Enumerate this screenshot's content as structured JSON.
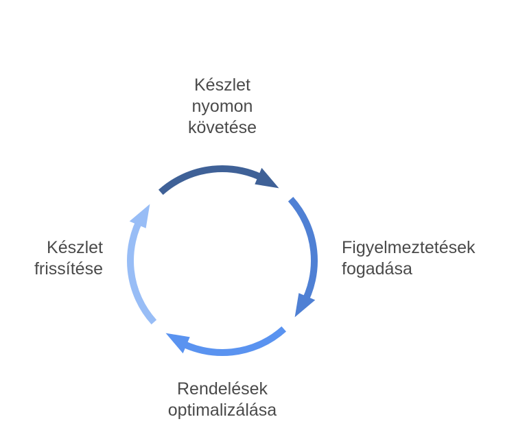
{
  "diagram": {
    "steps": [
      {
        "lines": [
          "Készlet",
          "nyomon",
          "követése"
        ],
        "color": "#3f6197"
      },
      {
        "lines": [
          "Figyelmeztetések",
          "fogadása"
        ],
        "color": "#4f80d4"
      },
      {
        "lines": [
          "Rendelések",
          "optimalizálása"
        ],
        "color": "#5a93f0"
      },
      {
        "lines": [
          "Készlet",
          "frissítése"
        ],
        "color": "#98bdf6"
      }
    ]
  }
}
